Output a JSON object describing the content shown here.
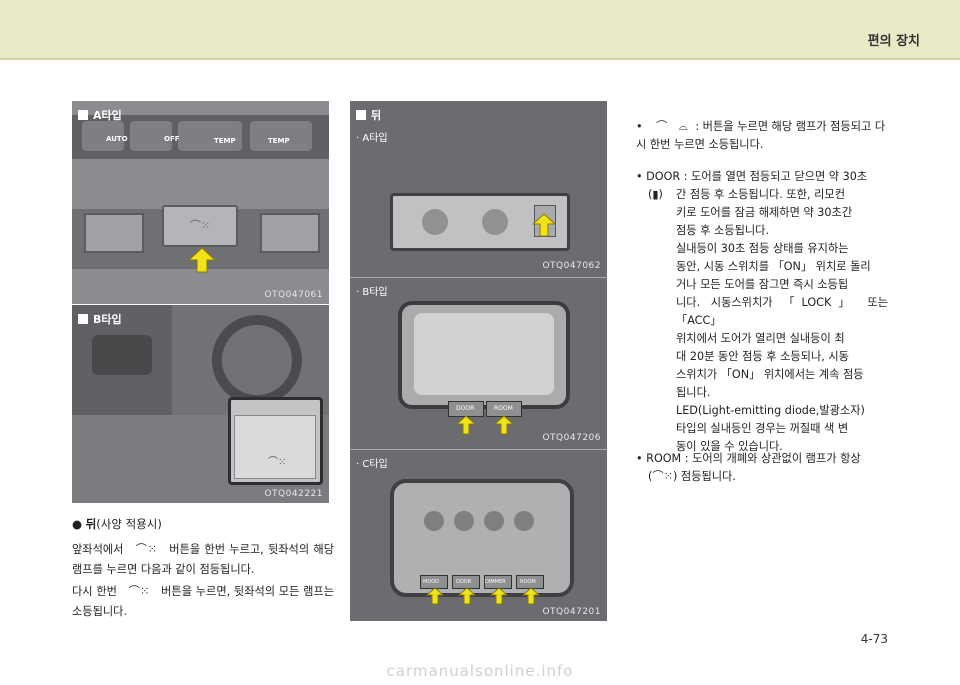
{
  "header": {
    "section_title": "편의 장치"
  },
  "panels": {
    "a_type": {
      "tag": "A타입",
      "code": "OTQ047061",
      "buttons": [
        "AUTO",
        "OFF",
        "TEMP",
        "TEMP"
      ]
    },
    "b_type": {
      "tag": "B타입",
      "code": "OTQ042221"
    },
    "rear": {
      "tag": "뒤",
      "a_sub": "· A타입",
      "a_code": "OTQ047062",
      "b_sub": "· B타입",
      "b_code": "OTQ047206",
      "b_buttons": [
        "DOOR",
        "ROOM"
      ],
      "c_sub": "· C타입",
      "c_code": "OTQ047201",
      "c_buttons": [
        "MOOD",
        "DOOR",
        "DIMMER",
        "ROOM"
      ]
    }
  },
  "left_text": {
    "caption_title": "뒤",
    "caption_note": "(사양 적용시)",
    "para1_a": "앞좌석에서",
    "para1_b": "버튼을 한번 누르고, 뒷좌석의 해당 램프를 누르면 다음과 같이 점등됩니다.",
    "para2_a": "다시 한번",
    "para2_b": "버튼을 누르면, 뒷좌석의 모든 램프는 소등됩니다."
  },
  "right_text": {
    "item1": ": 버튼을 누르면 해당 램프가 점등되고 다시 한번 누르면 소등됩니다.",
    "item2_head": "DOOR : 도어를 열면 점등되고 닫으면 약 30초",
    "item2_lines": [
      "간 점등 후 소등됩니다. 또한, 리모컨",
      "키로 도어를 잠금 해제하면 약 30초간",
      "점등 후 소등됩니다.",
      "실내등이 30초 점등 상태를 유지하는",
      "동안, 시동 스위치를 「ON」 위치로 돌리",
      "거나 모든 도어를 잠그면 즉시 소등됩",
      "니다. 시동스위치가 「LOCK」 또는 「ACC」",
      "위치에서 도어가 열리면 실내등이 최",
      "대 20분 동안 점등 후 소등되나, 시동",
      "스위치가 「ON」 위치에서는 계속 점등",
      "됩니다.",
      "LED(Light-emitting diode,발광소자)",
      "타입의 실내등인 경우는 꺼질때 색 변",
      "동이 있을 수 있습니다."
    ],
    "item3_head": "ROOM : 도어의 개폐와 상관없이 램프가 항상",
    "item3_tail": "점등됩니다."
  },
  "page": {
    "number": "4-73"
  },
  "footer": {
    "watermark": "carmanualsonline.info"
  },
  "colors": {
    "header_bg": "#e8e9c6",
    "arrow": "#f2e21a",
    "photo_bg": "#6b6d70"
  }
}
